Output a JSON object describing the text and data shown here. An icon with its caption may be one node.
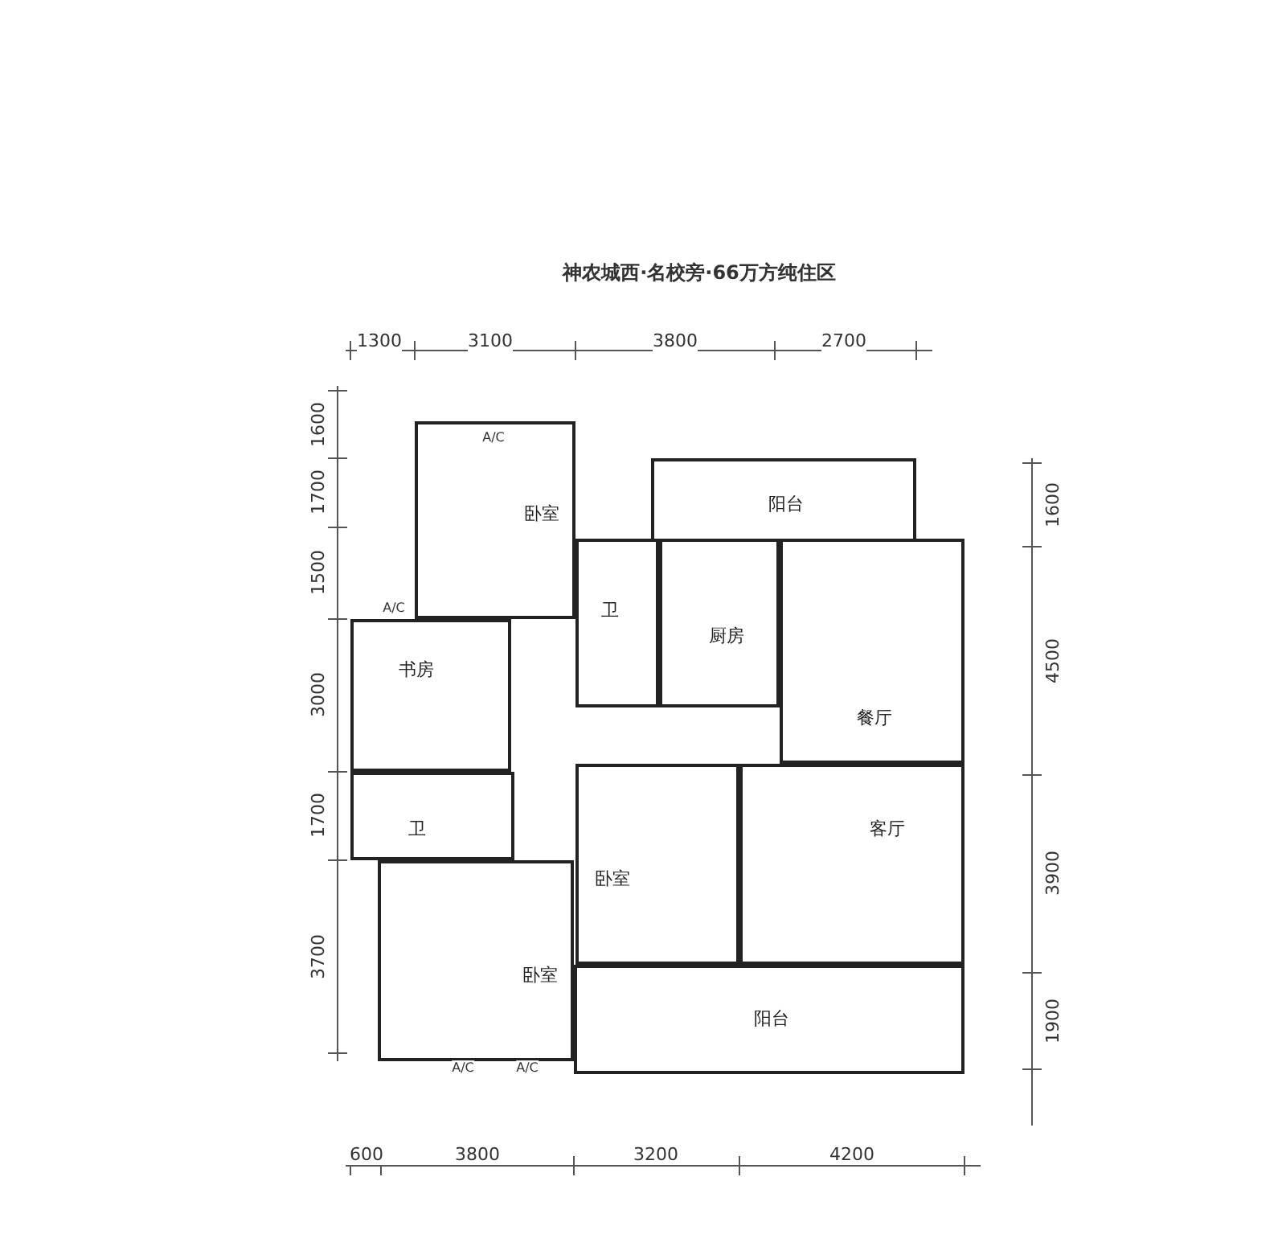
{
  "diagram": {
    "nodes": [
      {
        "text": [
          "卧室"
        ]
      },
      {
        "text": [
          "阳台"
        ]
      },
      {
        "text": [
          "卫"
        ]
      },
      {
        "text": [
          "厨房"
        ]
      },
      {
        "text": [
          "餐厅"
        ]
      },
      {
        "text": [
          "书房"
        ]
      },
      {
        "text": [
          "卫"
        ]
      },
      {
        "text": [
          "卧室"
        ]
      },
      {
        "text": [
          "客厅"
        ]
      },
      {
        "text": [
          "卧室"
        ]
      },
      {
        "text": [
          "阳台"
        ]
      }
    ],
    "labels": [
      "神农城西·名校旁·66万方纯住区",
      "1300",
      "3100",
      "3800",
      "2700",
      "1600",
      "1700",
      "1500",
      "3000",
      "1700",
      "3700",
      "1600",
      "4500",
      "3900",
      "1900",
      "A/C",
      "A/C",
      "A/C",
      "A/C",
      "600",
      "3800",
      "3200",
      "4200"
    ]
  }
}
